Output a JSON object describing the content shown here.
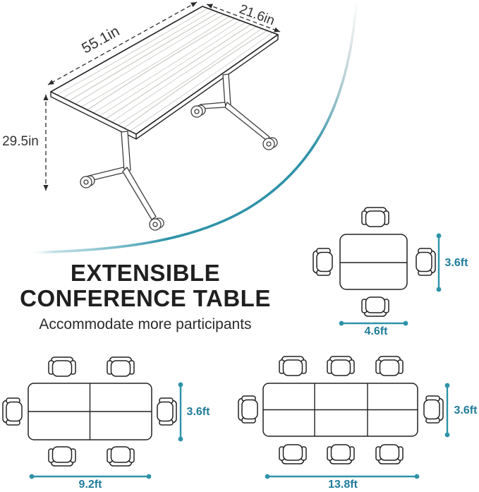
{
  "product_illustration": {
    "length_label": "55.1in",
    "depth_label": "21.6in",
    "height_label": "29.5in"
  },
  "headline": {
    "title_line1": "EXTENSIBLE",
    "title_line2": "CONFERENCE TABLE",
    "subtitle": "Accommodate more participants"
  },
  "layouts": {
    "single": {
      "length": "4.6ft",
      "width": "3.6ft",
      "tables": 1,
      "chairs": 4
    },
    "double": {
      "length": "9.2ft",
      "width": "3.6ft",
      "tables": 2,
      "chairs": 6
    },
    "triple": {
      "length": "13.8ft",
      "width": "3.6ft",
      "tables": 3,
      "chairs": 8
    }
  },
  "colors": {
    "accent_teal": "#2e93a8",
    "dimension_text": "#1e7c9a",
    "ink": "#222222"
  }
}
